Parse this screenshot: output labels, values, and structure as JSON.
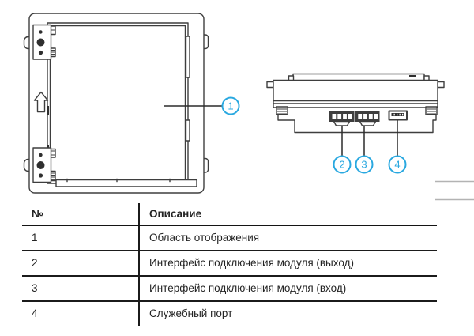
{
  "figure": {
    "front_view": {
      "callouts": [
        {
          "label": "1"
        }
      ]
    },
    "side_view": {
      "callouts": [
        {
          "label": "2"
        },
        {
          "label": "3"
        },
        {
          "label": "4"
        }
      ]
    },
    "colors": {
      "accent": "#29a8e0",
      "line": "#3e3e3e",
      "callout_line": "#2b2b2b",
      "artifact_gray": "#b3b3b3"
    }
  },
  "table": {
    "headers": {
      "num": "№",
      "description": "Описание"
    },
    "rows": [
      {
        "num": "1",
        "description": "Область отображения"
      },
      {
        "num": "2",
        "description": "Интерфейс подключения модуля (выход)"
      },
      {
        "num": "3",
        "description": "Интерфейс подключения модуля (вход)"
      },
      {
        "num": "4",
        "description": "Служебный порт"
      }
    ]
  }
}
